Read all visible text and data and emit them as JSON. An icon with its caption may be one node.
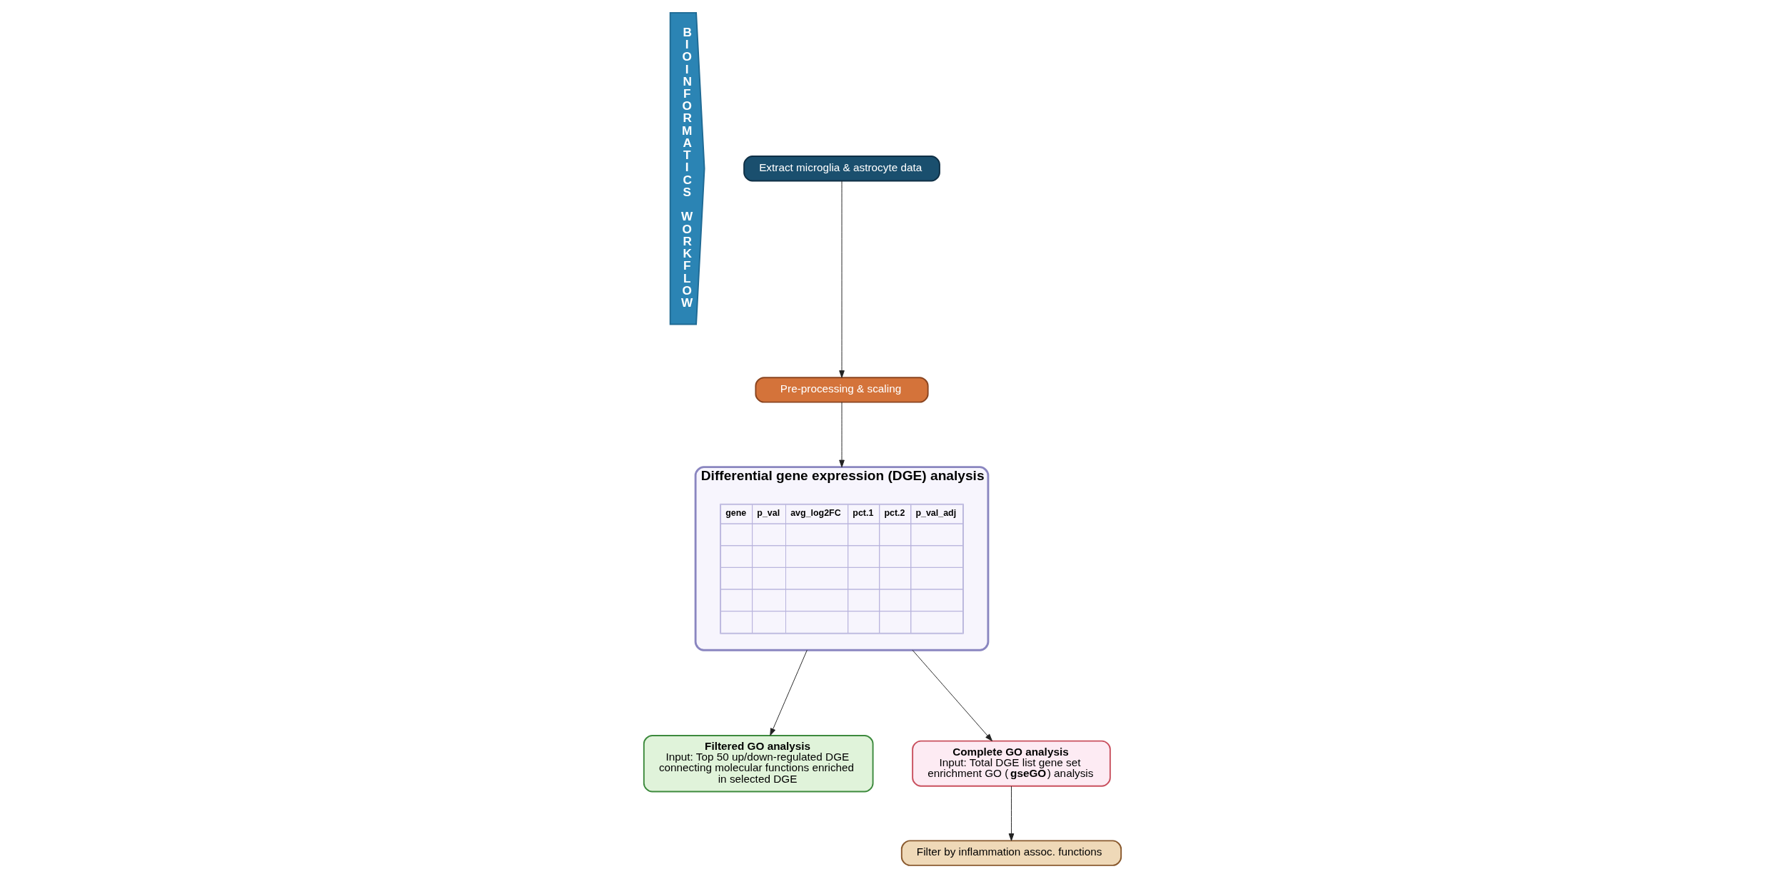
{
  "diagram": {
    "nodes": [
      {
        "text": [
          "BIOINFORMATICS WORKFLOW"
        ]
      },
      {
        "text": [
          "Extract microglia & astrocyte data"
        ]
      },
      {
        "text": [
          "Pre-processing & scaling"
        ]
      },
      {
        "text": [
          "Differential gene expression (DGE) analysis"
        ]
      },
      {
        "text": [
          "Filtered GO analysis",
          "Input: Top 50 up/down-regulated DGE connecting molecular functions enriched in selected DGE"
        ]
      },
      {
        "text": [
          "Complete GO analysis",
          "Input: Total DGE list gene set enrichment GO (**gseGO**) analysis"
        ]
      },
      {
        "text": [
          "Filter by inflammation assoc. functions"
        ]
      }
    ],
    "edges": [
      {
        "from": 1,
        "to": 2,
        "arrow": "to"
      },
      {
        "from": 2,
        "to": 3,
        "arrow": "to"
      },
      {
        "from": 3,
        "to": 4,
        "arrow": "to"
      },
      {
        "from": 3,
        "to": 5,
        "arrow": "to"
      },
      {
        "from": 5,
        "to": 6,
        "arrow": "to"
      }
    ],
    "labels": [
      "gene",
      "p_val",
      "avg_log2FC",
      "pct.1",
      "pct.2",
      "p_val_adj"
    ]
  }
}
